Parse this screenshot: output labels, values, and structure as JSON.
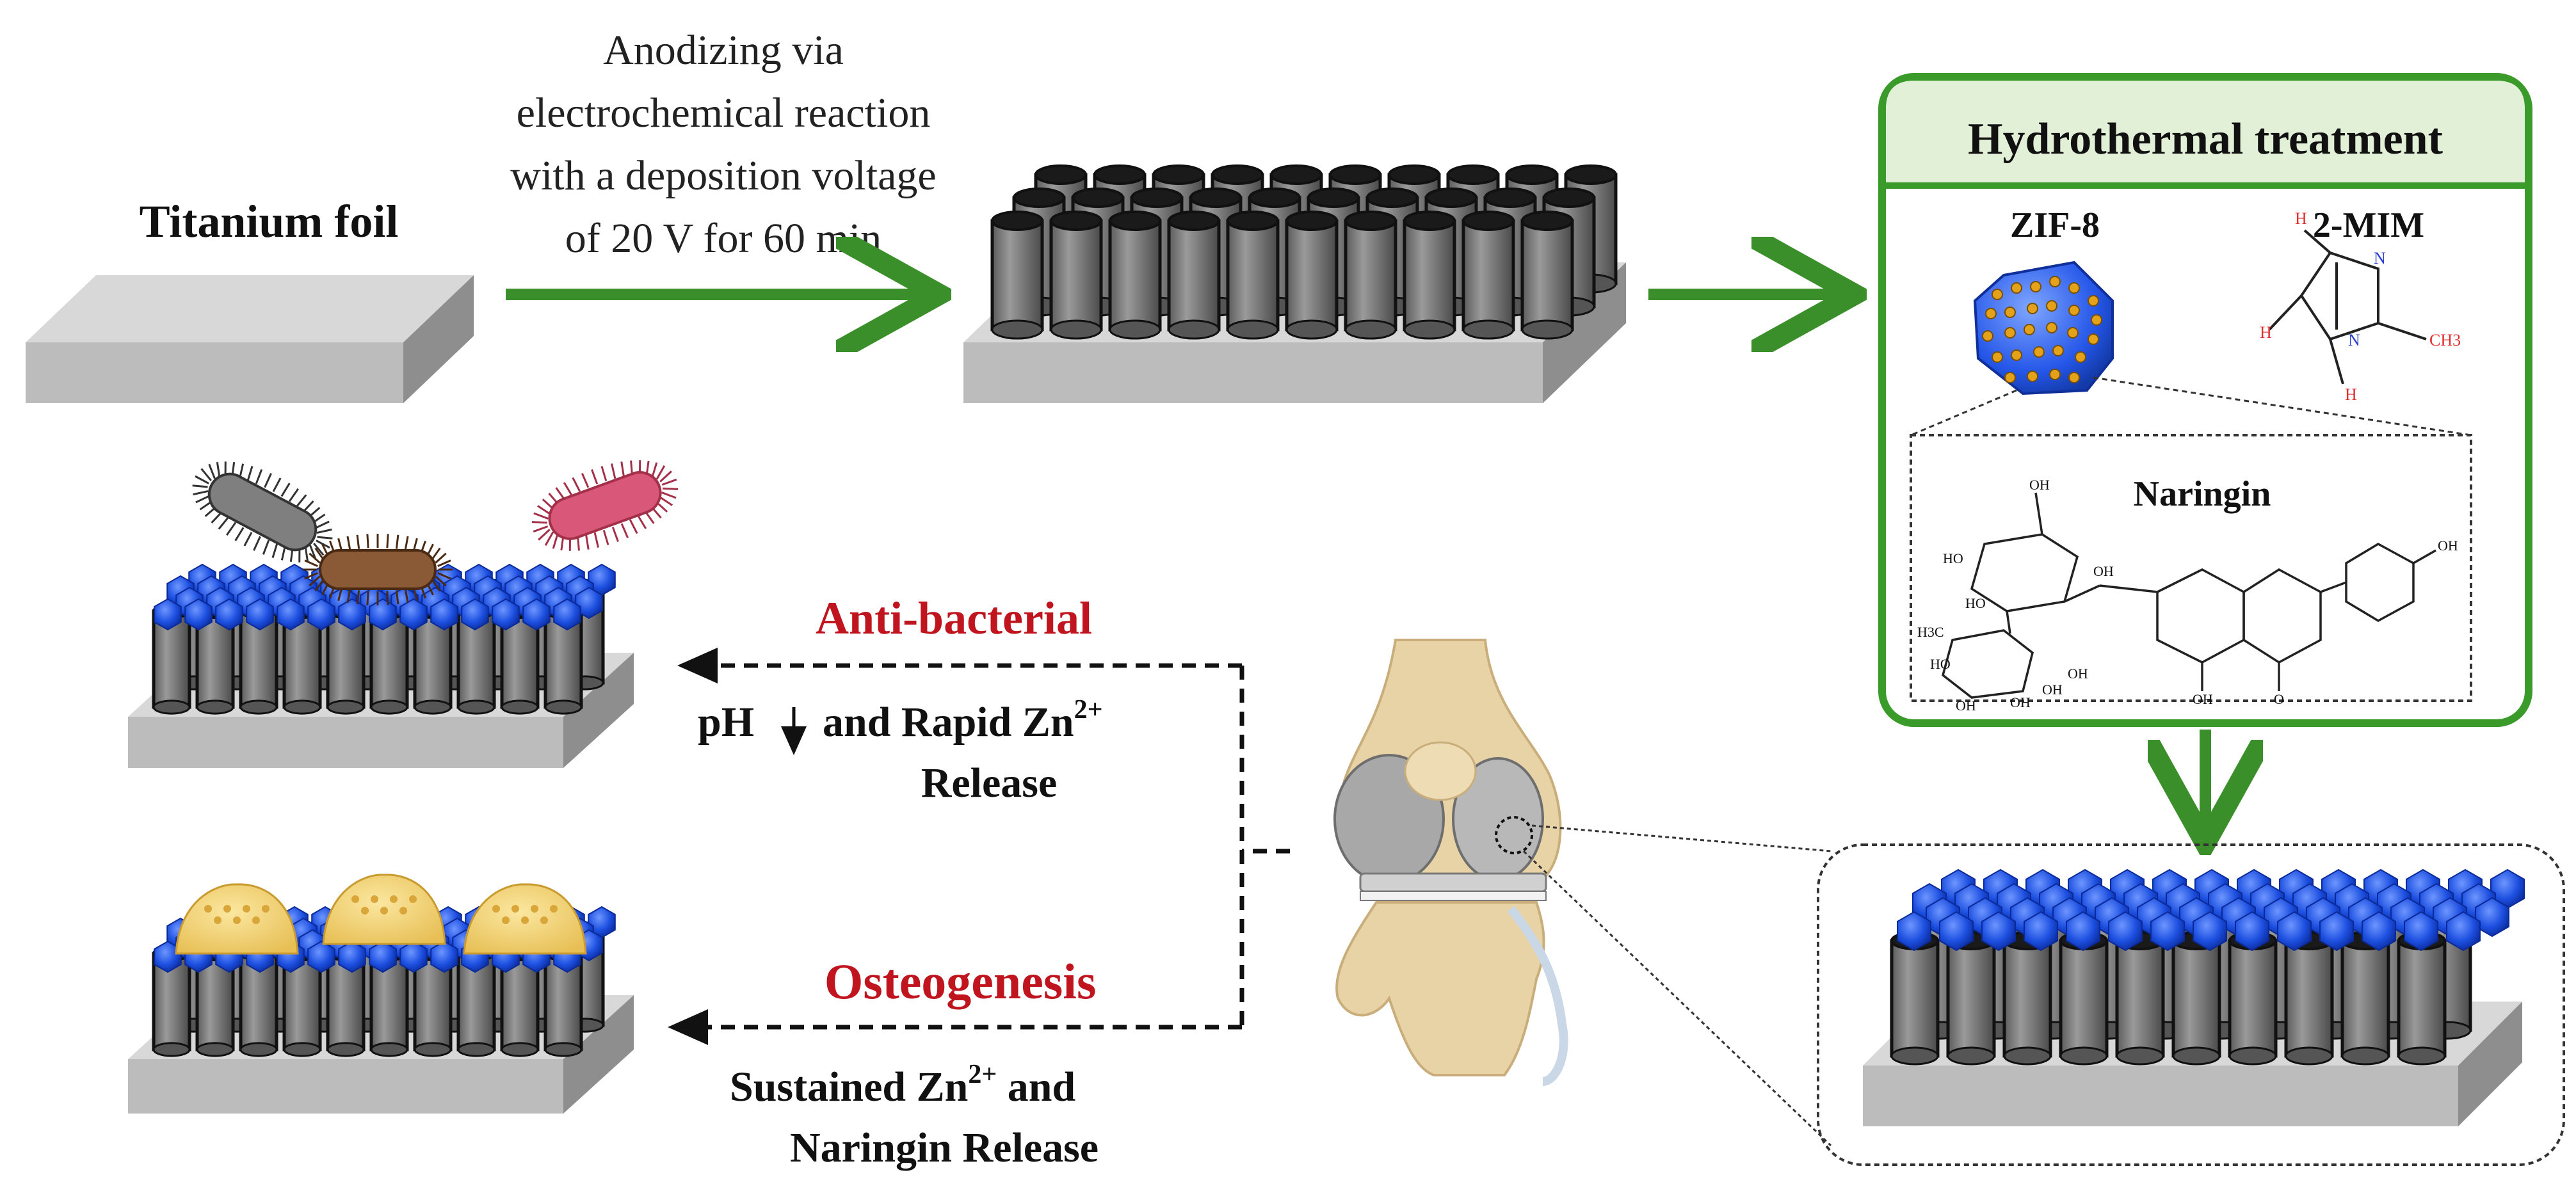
{
  "colors": {
    "arrow_green": "#3a8f2a",
    "box_border": "#3a9a2a",
    "header_fill": "#e3f0d8",
    "label_red": "#c0141e",
    "zif_blue": "#1c4fe0",
    "tube_gray": "#7a7a7a",
    "plate_gray": "#bdbdbd"
  },
  "labels": {
    "titanium_foil": "Titanium foil",
    "anodizing": [
      "Anodizing via",
      "electrochemical reaction",
      "with a deposition voltage",
      "of 20 V for 60 min"
    ],
    "hydrothermal": "Hydrothermal treatment",
    "zif8": "ZIF-8",
    "mim": "2-MIM",
    "naringin": "Naringin",
    "antibacterial": "Anti-bacterial",
    "ph_text": "pH",
    "rapid_release": "and Rapid Zn",
    "rapid_release_sup": "2+",
    "release": "Release",
    "osteogenesis": "Osteogenesis",
    "sustained": "Sustained Zn",
    "sustained_sup": "2+",
    "sustained_and": " and",
    "naringin_release": "Naringin Release"
  },
  "molecule_labels": {
    "mim_atoms": [
      "H",
      "N",
      "H",
      "N",
      "H",
      "CH3"
    ],
    "naringin_groups": [
      "OH",
      "HO",
      "HO",
      "OH",
      "OH",
      "H3C",
      "HO",
      "OH",
      "OH",
      "OH",
      "OH",
      "OH",
      "O"
    ]
  },
  "icons": {
    "bacteria": [
      "gray-rod-bacterium-icon",
      "brown-rod-bacterium-icon",
      "pink-rod-bacterium-icon"
    ],
    "cells": "osteoblast-cell-icon",
    "joint": "knee-joint-implant-icon",
    "nanoparticle": "zif8-nanoparticle-icon"
  }
}
